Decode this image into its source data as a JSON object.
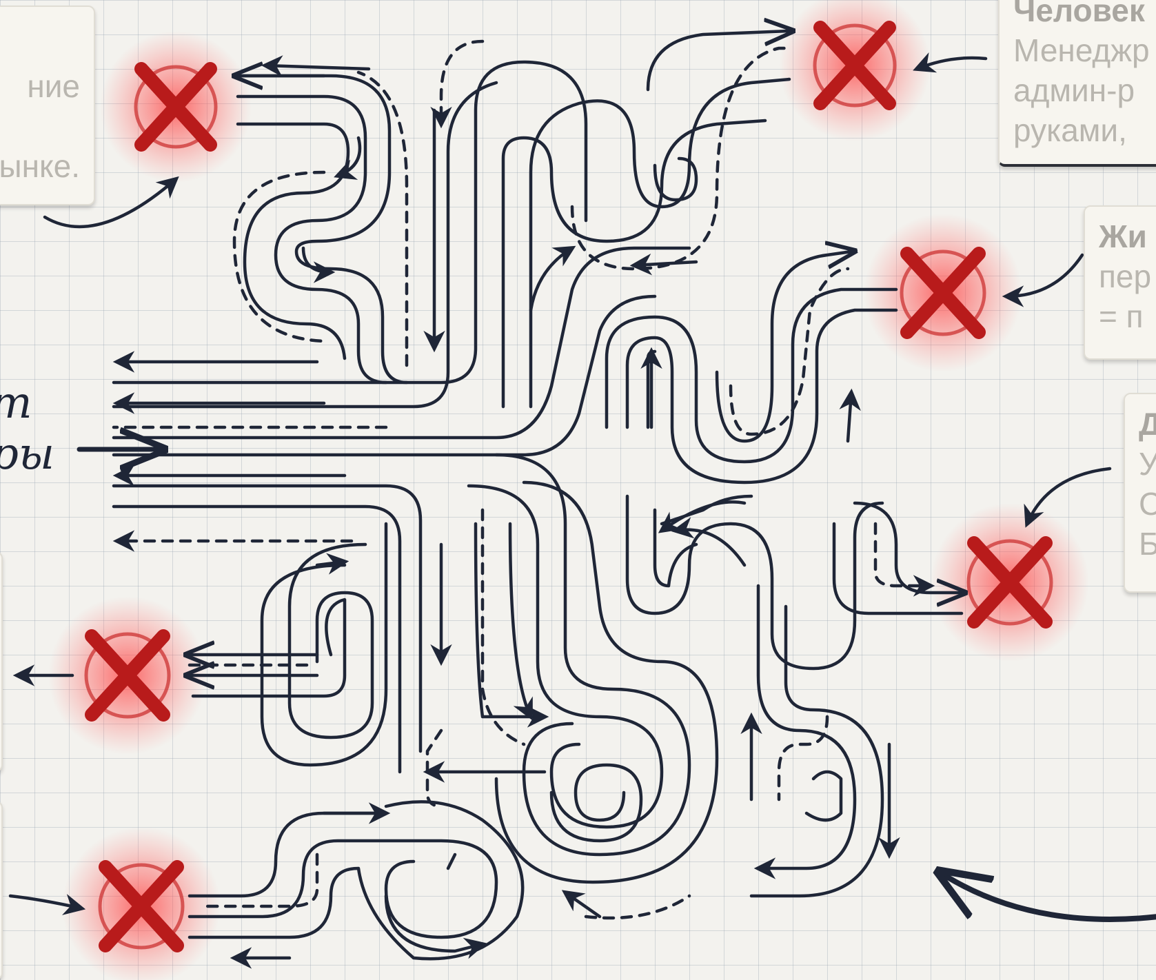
{
  "notes": {
    "top_left": {
      "lines": [
        "ние",
        "ынке."
      ]
    },
    "top_right": {
      "title": "Человек",
      "lines": [
        "Менеджр",
        "админ-р",
        "руками,"
      ]
    },
    "right_2": {
      "title": "Жи",
      "lines": [
        "пер",
        "= п"
      ]
    },
    "right_3": {
      "title": "Д",
      "lines": [
        "У",
        "С",
        "Б"
      ]
    }
  },
  "entry_label": [
    "т",
    "ры"
  ],
  "colors": {
    "ink": "#1f2637",
    "blocked": "#c41e1e",
    "glow": "#ff4040",
    "paper": "#f3f2ee"
  },
  "icons": {
    "blocked": "red-cross-icon",
    "flow": "arrow-icon"
  },
  "dead_end_count": 6
}
